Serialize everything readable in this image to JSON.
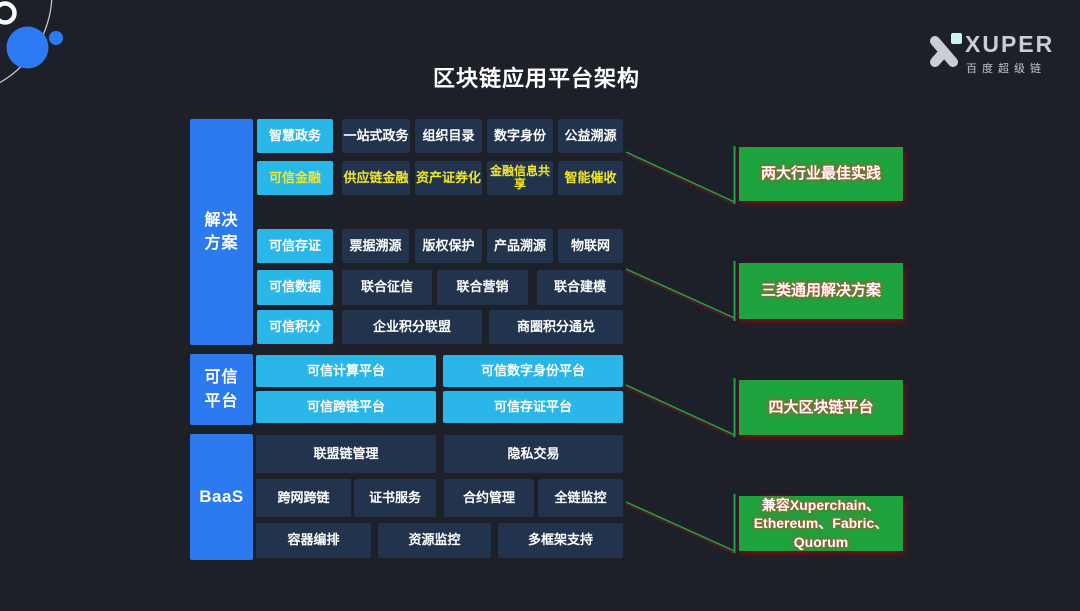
{
  "page": {
    "title": "区块链应用平台架构"
  },
  "logo": {
    "brand": "XUPER",
    "subtitle": "百度超级链",
    "mark_icon": "x-glyph-with-cyan-square"
  },
  "sections": {
    "solutions": {
      "label": "解决\n方案"
    },
    "platform": {
      "label": "可信\n平台"
    },
    "baas": {
      "label": "BaaS"
    }
  },
  "nodes": {
    "solutions": [
      "智慧政务",
      "一站式政务",
      "组织目录",
      "数字身份",
      "公益溯源",
      "可信金融",
      "供应链金融",
      "资产证券化",
      "金融信息共享",
      "智能催收",
      "可信存证",
      "票据溯源",
      "版权保护",
      "产品溯源",
      "物联网",
      "可信数据",
      "联合征信",
      "联合营销",
      "联合建模",
      "可信积分",
      "企业积分联盟",
      "商圈积分通兑"
    ],
    "platform": [
      "可信计算平台",
      "可信数字身份平台",
      "可信跨链平台",
      "可信存证平台"
    ],
    "baas": [
      "联盟链管理",
      "隐私交易",
      "跨网跨链",
      "证书服务",
      "合约管理",
      "全链监控",
      "容器编排",
      "资源监控",
      "多框架支持"
    ]
  },
  "callouts": [
    "两大行业最佳实践",
    "三类通用解决方案",
    "四大区块链平台",
    "兼容Xuperchain、Ethereum、Fabric、Quorum"
  ],
  "theme": {
    "background": "#1d1f29",
    "node_dark": "#22334e",
    "accent_blue": "#2b7af0",
    "accent_cyan": "#29b6e9",
    "accent_green": "#1ea43e",
    "highlight_yellow": "#f1e722",
    "connector_green": "#21a547",
    "callout_glow_red": "#961212"
  }
}
